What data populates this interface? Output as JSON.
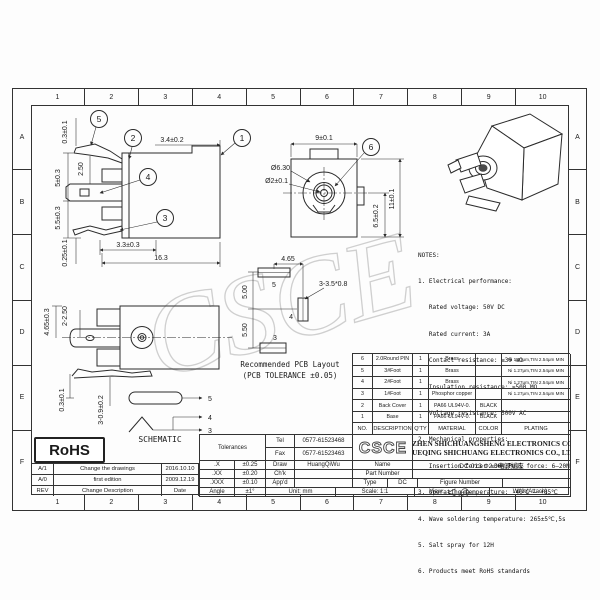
{
  "page": {
    "watermark": "CSCE"
  },
  "grid": {
    "cols": [
      "1",
      "2",
      "3",
      "4",
      "5",
      "6",
      "7",
      "8",
      "9",
      "10"
    ],
    "rows": [
      "A",
      "B",
      "C",
      "D",
      "E",
      "F"
    ]
  },
  "side_view": {
    "balloon_1": "1",
    "balloon_2": "2",
    "balloon_3": "3",
    "balloon_4": "4",
    "balloon_5": "5",
    "dim_flange": "0.3±0.1",
    "dim_pin_offset": "2.50",
    "dim_upper": "5±0.3",
    "dim_lower": "5.5±0.3",
    "dim_bottom_offset": "0.25±0.1",
    "dim_top": "3.4±0.2",
    "dim_foot": "3.3±0.3",
    "dim_length": "16.3"
  },
  "front_view": {
    "balloon_6": "6",
    "dim_width": "9±0.1",
    "dim_barrel": "Ø6.30",
    "dim_pin": "Ø2±0.1",
    "dim_center_height": "6.5±0.2",
    "dim_height": "11±0.1"
  },
  "pcb_layout": {
    "dim_x": "4.65",
    "dim_y1": "5.00",
    "dim_y2": "5.50",
    "dim_holes": "3-3.5*0.8",
    "pad_5": "5",
    "pad_4": "4",
    "pad_3": "3",
    "caption_line1": "Recommended PCB Layout",
    "caption_line2": "(PCB TOLERANCE ±0.05)"
  },
  "top_view": {
    "dim_width": "4.65±0.3",
    "dim_pins": "2-2.50",
    "dim_flange": "0.3±0.1",
    "dim_feet": "3-0.9±0.2"
  },
  "schematic": {
    "title": "SCHEMATIC",
    "pin_5": "5",
    "pin_4": "4",
    "pin_3": "3"
  },
  "notes": {
    "lines": [
      "NOTES:",
      "1. Electrical performance:",
      "   Rated voltage: 50V DC",
      "   Rated current: 3A",
      "   Contact resistance: ≤30 mΩ",
      "   Insulation resistance: ≥500 MΩ",
      "   Voltage resistance: 500V AC",
      "2. Mechanical properties:",
      "   Insertion force: ≤30N;Pull force: 6—20N",
      "3. Operating temperature: -40℃ — +85℃",
      "4. Wave soldering temperature: 265±5℃,5s",
      "5. Salt spray for 12H",
      "6. Products meet RoHS standards"
    ]
  },
  "parts_table": {
    "headers": [
      "NO.",
      "DESCRIPTION",
      "Q'TY",
      "MATERIAL",
      "COLOR",
      "PLATING"
    ],
    "rows": [
      [
        "6",
        "2.0Round PIN",
        "1",
        "Brass",
        "",
        "Ni 1.27μm,TIN 2.54μm MIN"
      ],
      [
        "5",
        "3#Foot",
        "1",
        "Brass",
        "",
        "Ni 1.27μm,TIN 2.54μm MIN"
      ],
      [
        "4",
        "2#Foot",
        "1",
        "Brass",
        "",
        "Ni 1.27μm,TIN 2.54μm MIN"
      ],
      [
        "3",
        "1#Foot",
        "1",
        "Phosphor copper",
        "",
        "Ni 1.27μm,TIN 2.54μm MIN"
      ],
      [
        "2",
        "Back Cover",
        "1",
        "PA66 UL94V-0.",
        "BLACK",
        ""
      ],
      [
        "1",
        "Base",
        "1",
        "PA66 UL94V-0.",
        "BLACK",
        ""
      ]
    ]
  },
  "title_block": {
    "logo": "CSCE",
    "company_line1": "SHENZHEN SHICHUANGSHENG ELECTRONICS CO.,LTD",
    "company_line2": "YUEQING SHICHUANG ELECTRONICS CO., LTD",
    "name_label": "Name",
    "name_value": "DC-013 Φ2.0电源插座",
    "part_number_label": "Part Number",
    "type_label": "Type",
    "type_value": "DC",
    "figure_number_label": "Figure Number",
    "unit_label": "Unit: mm",
    "scale_label": "Scale: 1:1",
    "view_label": "View:",
    "weight_label": "Wt'1:(Attach)"
  },
  "tolerances": {
    "title": "Tolerances",
    "rows": [
      [
        ".X",
        "±0.25"
      ],
      [
        ".XX",
        "±0.20"
      ],
      [
        ".XXX",
        "±0.10"
      ],
      [
        "Angle",
        "±1°"
      ]
    ],
    "tel_label": "Tel",
    "tel_value": "0577-61523468",
    "fax_label": "Fax",
    "fax_value": "0577-61523463",
    "draw_label": "Draw",
    "draw_value": "HuangQiWu",
    "check_label": "Ch'k",
    "approved_label": "App'd"
  },
  "revisions": {
    "rows": [
      [
        "A/1",
        "Change the drawings",
        "2016.10.10"
      ],
      [
        "A/0",
        "first edition",
        "2009.12.19"
      ],
      [
        "REV",
        "Change Description",
        "Date"
      ]
    ]
  },
  "rohs_label": "RoHS"
}
